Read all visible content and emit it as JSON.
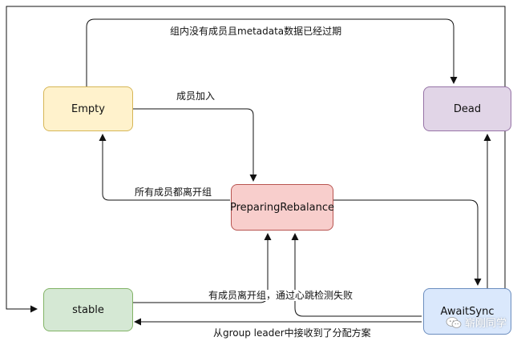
{
  "colors": {
    "empty_fill": "#fff2cc",
    "empty_border": "#d6b656",
    "dead_fill": "#e1d5e7",
    "dead_border": "#9673a6",
    "preparing_fill": "#f8cecc",
    "preparing_border": "#b85450",
    "stable_fill": "#d5e8d4",
    "stable_border": "#82b366",
    "awaitsync_fill": "#dae8fc",
    "awaitsync_border": "#6c8ebf",
    "line": "#111111"
  },
  "nodes": {
    "empty": "Empty",
    "dead": "Dead",
    "preparing_rebalance": "PreparingRebalance",
    "stable": "stable",
    "await_sync": "AwaitSync"
  },
  "edge_labels": {
    "empty_to_dead": "组内没有成员且metadata数据已经过期",
    "member_join": "成员加入",
    "all_members_leave": "所有成员都离开组",
    "member_leave_or_heartbeat_fail": "有成员离开组，通过心跳检测失败",
    "received_assignment": "从group leader中接收到了分配方案"
  },
  "watermark": {
    "text": "崭刚同学",
    "icon": "wechat-icon"
  }
}
